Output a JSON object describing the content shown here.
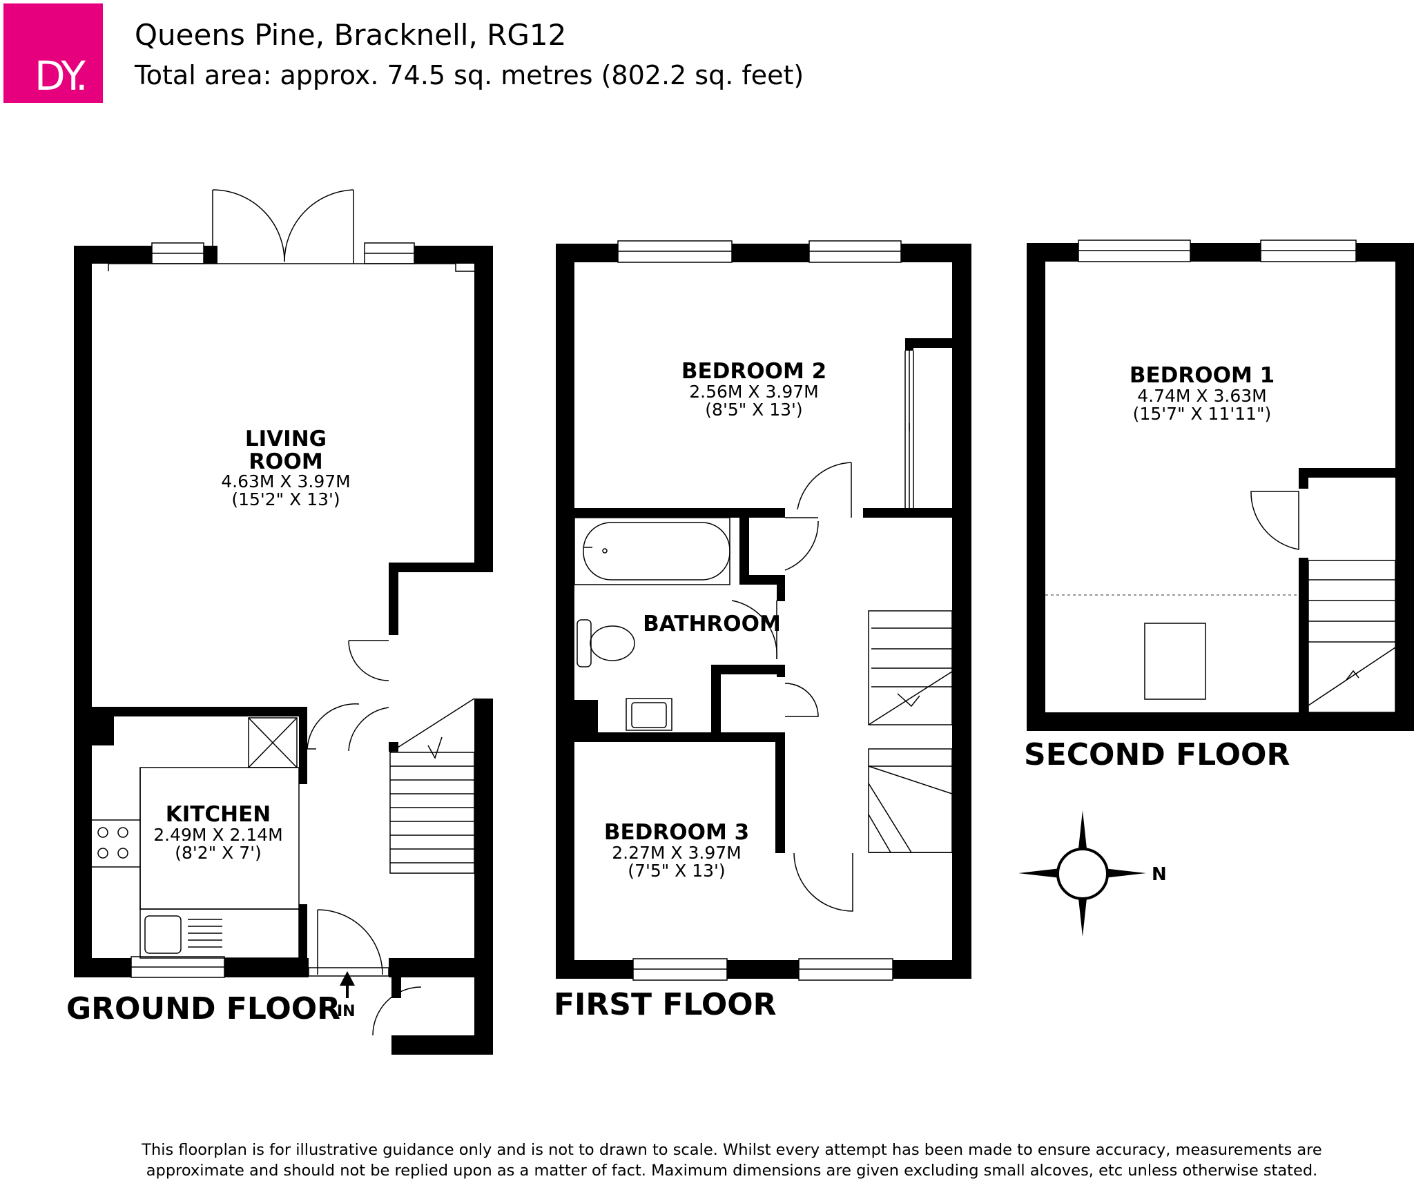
{
  "logo": {
    "text": "DY.",
    "color": "#e6007e"
  },
  "header": {
    "title": "Queens Pine, Bracknell, RG12",
    "subtitle": "Total area: approx. 74.5 sq. metres (802.2 sq. feet)"
  },
  "floors": {
    "ground": "GROUND FLOOR",
    "first": "FIRST FLOOR",
    "second": "SECOND FLOOR"
  },
  "rooms": {
    "living": {
      "name_line1": "LIVING",
      "name_line2": "ROOM",
      "metric": "4.63M X 3.97M",
      "imperial": "(15'2\" X 13')"
    },
    "kitchen": {
      "name": "KITCHEN",
      "metric": "2.49M X 2.14M",
      "imperial": "(8'2\" X 7')"
    },
    "bedroom2": {
      "name": "BEDROOM 2",
      "metric": "2.56M X 3.97M",
      "imperial": "(8'5\" X 13')"
    },
    "bathroom": {
      "name": "BATHROOM"
    },
    "bedroom3": {
      "name": "BEDROOM 3",
      "metric": "2.27M X 3.97M",
      "imperial": "(7'5\" X 13')"
    },
    "bedroom1": {
      "name": "BEDROOM 1",
      "metric": "4.74M X 3.63M",
      "imperial": "(15'7\" X 11'11\")"
    }
  },
  "entrance_label": "IN",
  "compass": {
    "north_label": "N"
  },
  "disclaimer": {
    "line1": "This floorplan is for illustrative guidance only and is not to drawn to scale. Whilst every attempt has been made to ensure accuracy, measurements are",
    "line2": "approximate and should not be replied upon as a matter of fact. Maximum dimensions are given excluding small alcoves, etc unless otherwise stated."
  }
}
